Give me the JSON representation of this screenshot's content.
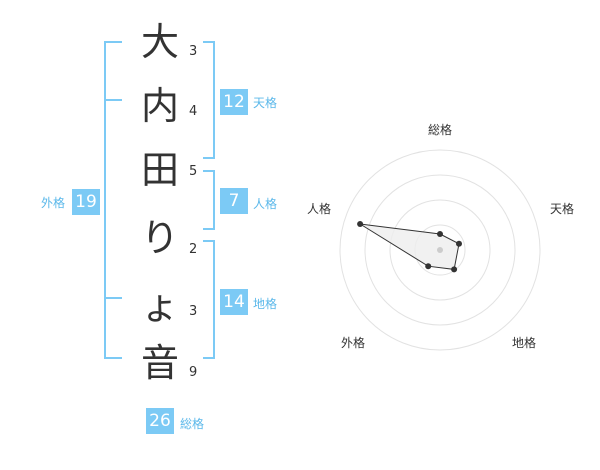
{
  "name": {
    "chars": [
      "大",
      "内",
      "田",
      "り",
      "ょ",
      "音"
    ],
    "strokes": [
      "3",
      "4",
      "5",
      "2",
      "3",
      "9"
    ]
  },
  "fortune": {
    "tenkaku": {
      "value": "12",
      "label": "天格"
    },
    "jinkaku": {
      "value": "7",
      "label": "人格"
    },
    "chikaku": {
      "value": "14",
      "label": "地格"
    },
    "gaikaku": {
      "value": "19",
      "label": "外格"
    },
    "soukaku": {
      "value": "26",
      "label": "総格"
    }
  },
  "colors": {
    "accent": "#7ccaf5",
    "accent_text": "#5bb8ea",
    "radar_ring": "#e2e2e2",
    "radar_fill": "#eeeeee",
    "radar_stroke": "#333333"
  },
  "radar": {
    "axes": [
      "総格",
      "天格",
      "地格",
      "外格",
      "人格"
    ],
    "levels": 4,
    "values": [
      0.16,
      0.2,
      0.24,
      0.2,
      0.84
    ]
  }
}
